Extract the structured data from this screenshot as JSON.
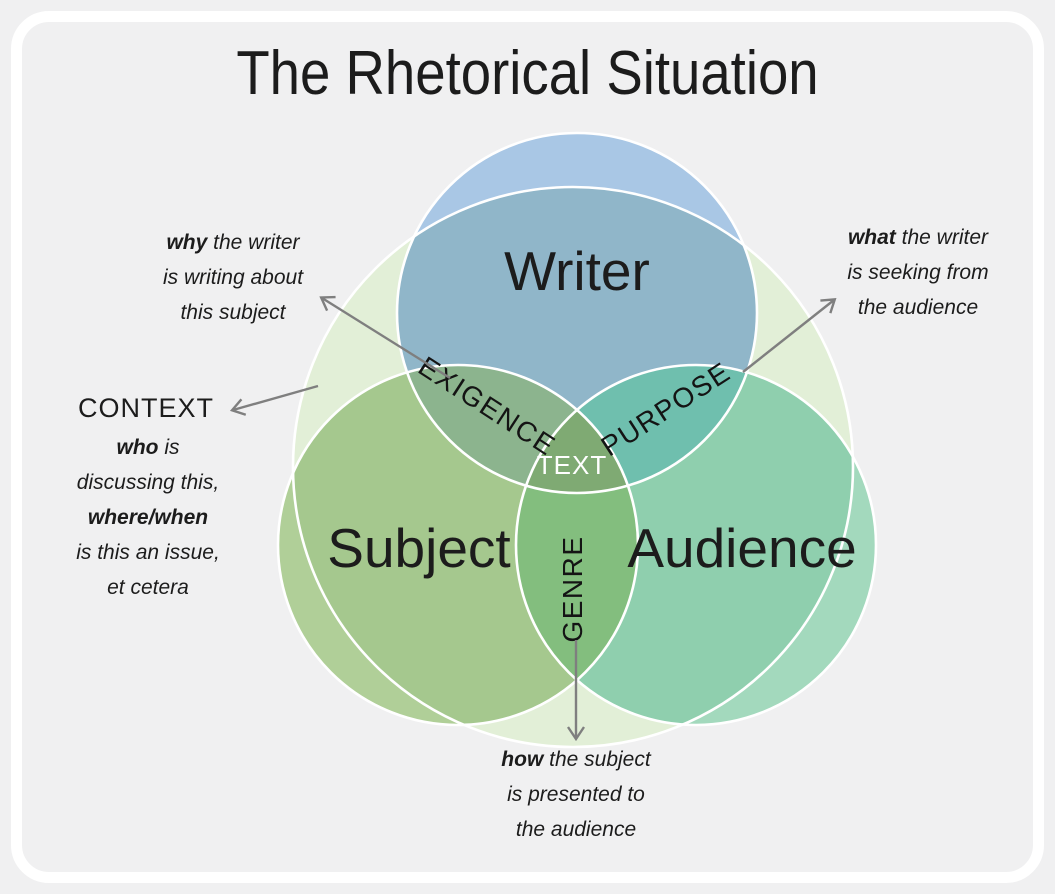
{
  "title": "The Rhetorical Situation",
  "colors": {
    "background": "#f0f0f1",
    "frame_border": "#ffffff",
    "text": "#1c1c1c",
    "arrow": "#7f7f7f",
    "circle_outline": "#ffffff",
    "context_circle": "#e2efd7",
    "writer_light": "#a9c7e5",
    "writer_dark": "#90b6c9",
    "subject_light": "#b0cf98",
    "subject_dark": "#a5c88e",
    "audience_light": "#a3d9bd",
    "audience_dark": "#8fcfae",
    "exigence_region": "#8cb48e",
    "purpose_region": "#6fbfae",
    "genre_region": "#83be7e",
    "center_region": "#7faa73",
    "center_label_text": "#ffffff"
  },
  "venn": {
    "circles": [
      {
        "id": "writer",
        "label": "Writer"
      },
      {
        "id": "subject",
        "label": "Subject"
      },
      {
        "id": "audience",
        "label": "Audience"
      }
    ],
    "overlaps": {
      "exigence": "EXIGENCE",
      "purpose": "PURPOSE",
      "genre": "GENRE",
      "center": "TEXT"
    }
  },
  "annotations": {
    "why": {
      "bold": "why",
      "rest": " the writer",
      "line2": "is writing about",
      "line3": "this subject"
    },
    "what": {
      "bold": "what",
      "rest": " the writer",
      "line2": "is seeking from",
      "line3": "the audience"
    },
    "context_label": "CONTEXT",
    "who": {
      "line1_bold": "who",
      "line1_rest": " is",
      "line2": "discussing this,",
      "line3_bold": "where/when",
      "line4": "is this an issue,",
      "line5": "et cetera"
    },
    "how": {
      "bold": "how",
      "rest": " the subject",
      "line2": "is presented to",
      "line3": "the audience"
    }
  }
}
